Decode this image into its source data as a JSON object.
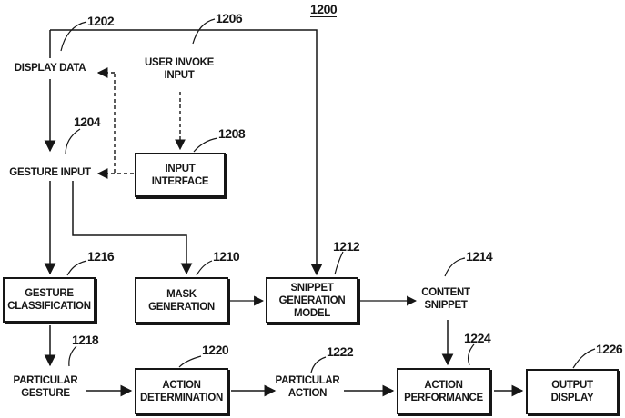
{
  "figure": {
    "number": "1200",
    "kind": "patent flow diagram"
  },
  "boxes": [
    {
      "ref": "1208",
      "lines": [
        "INPUT",
        "INTERFACE"
      ]
    },
    {
      "ref": "1216",
      "lines": [
        "GESTURE",
        "CLASSIFICATION"
      ]
    },
    {
      "ref": "1210",
      "lines": [
        "MASK",
        "GENERATION"
      ]
    },
    {
      "ref": "1212",
      "lines": [
        "SNIPPET",
        "GENERATION",
        "MODEL"
      ]
    },
    {
      "ref": "1220",
      "lines": [
        "ACTION",
        "DETERMINATION"
      ]
    },
    {
      "ref": "1224",
      "lines": [
        "ACTION",
        "PERFORMANCE"
      ]
    },
    {
      "ref": "1226",
      "lines": [
        "OUTPUT",
        "DISPLAY"
      ]
    }
  ],
  "labels": [
    {
      "ref": "1202",
      "lines": [
        "DISPLAY DATA"
      ]
    },
    {
      "ref": "1206",
      "lines": [
        "USER INVOKE",
        "INPUT"
      ]
    },
    {
      "ref": "1204",
      "lines": [
        "GESTURE INPUT"
      ]
    },
    {
      "ref": "1214",
      "lines": [
        "CONTENT",
        "SNIPPET"
      ]
    },
    {
      "ref": "1218",
      "lines": [
        "PARTICULAR",
        "GESTURE"
      ]
    },
    {
      "ref": "1222",
      "lines": [
        "PARTICULAR",
        "ACTION"
      ]
    }
  ],
  "connections": [
    {
      "from": "display-data",
      "to": "gesture-input",
      "style": "solid"
    },
    {
      "from": "display-data-line",
      "to": "snippet-generation-model",
      "style": "solid"
    },
    {
      "from": "gesture-input",
      "to": "gesture-classification",
      "style": "solid"
    },
    {
      "from": "gesture-input",
      "to": "mask-generation",
      "style": "solid"
    },
    {
      "from": "user-invoke-input",
      "to": "input-interface",
      "style": "dashed"
    },
    {
      "from": "input-interface",
      "to": "gesture-input",
      "style": "dashed"
    },
    {
      "from": "input-interface",
      "to": "display-data",
      "style": "dashed"
    },
    {
      "from": "mask-generation",
      "to": "snippet-generation-model",
      "style": "solid"
    },
    {
      "from": "snippet-generation-model",
      "to": "content-snippet",
      "style": "solid"
    },
    {
      "from": "content-snippet",
      "to": "action-performance",
      "style": "solid"
    },
    {
      "from": "gesture-classification",
      "to": "particular-gesture",
      "style": "solid"
    },
    {
      "from": "particular-gesture",
      "to": "action-determination",
      "style": "solid"
    },
    {
      "from": "action-determination",
      "to": "particular-action",
      "style": "solid"
    },
    {
      "from": "particular-action",
      "to": "action-performance",
      "style": "solid"
    },
    {
      "from": "action-performance",
      "to": "output-display",
      "style": "solid"
    }
  ],
  "colors": {
    "ink": "#161616",
    "background": "#ffffff"
  }
}
